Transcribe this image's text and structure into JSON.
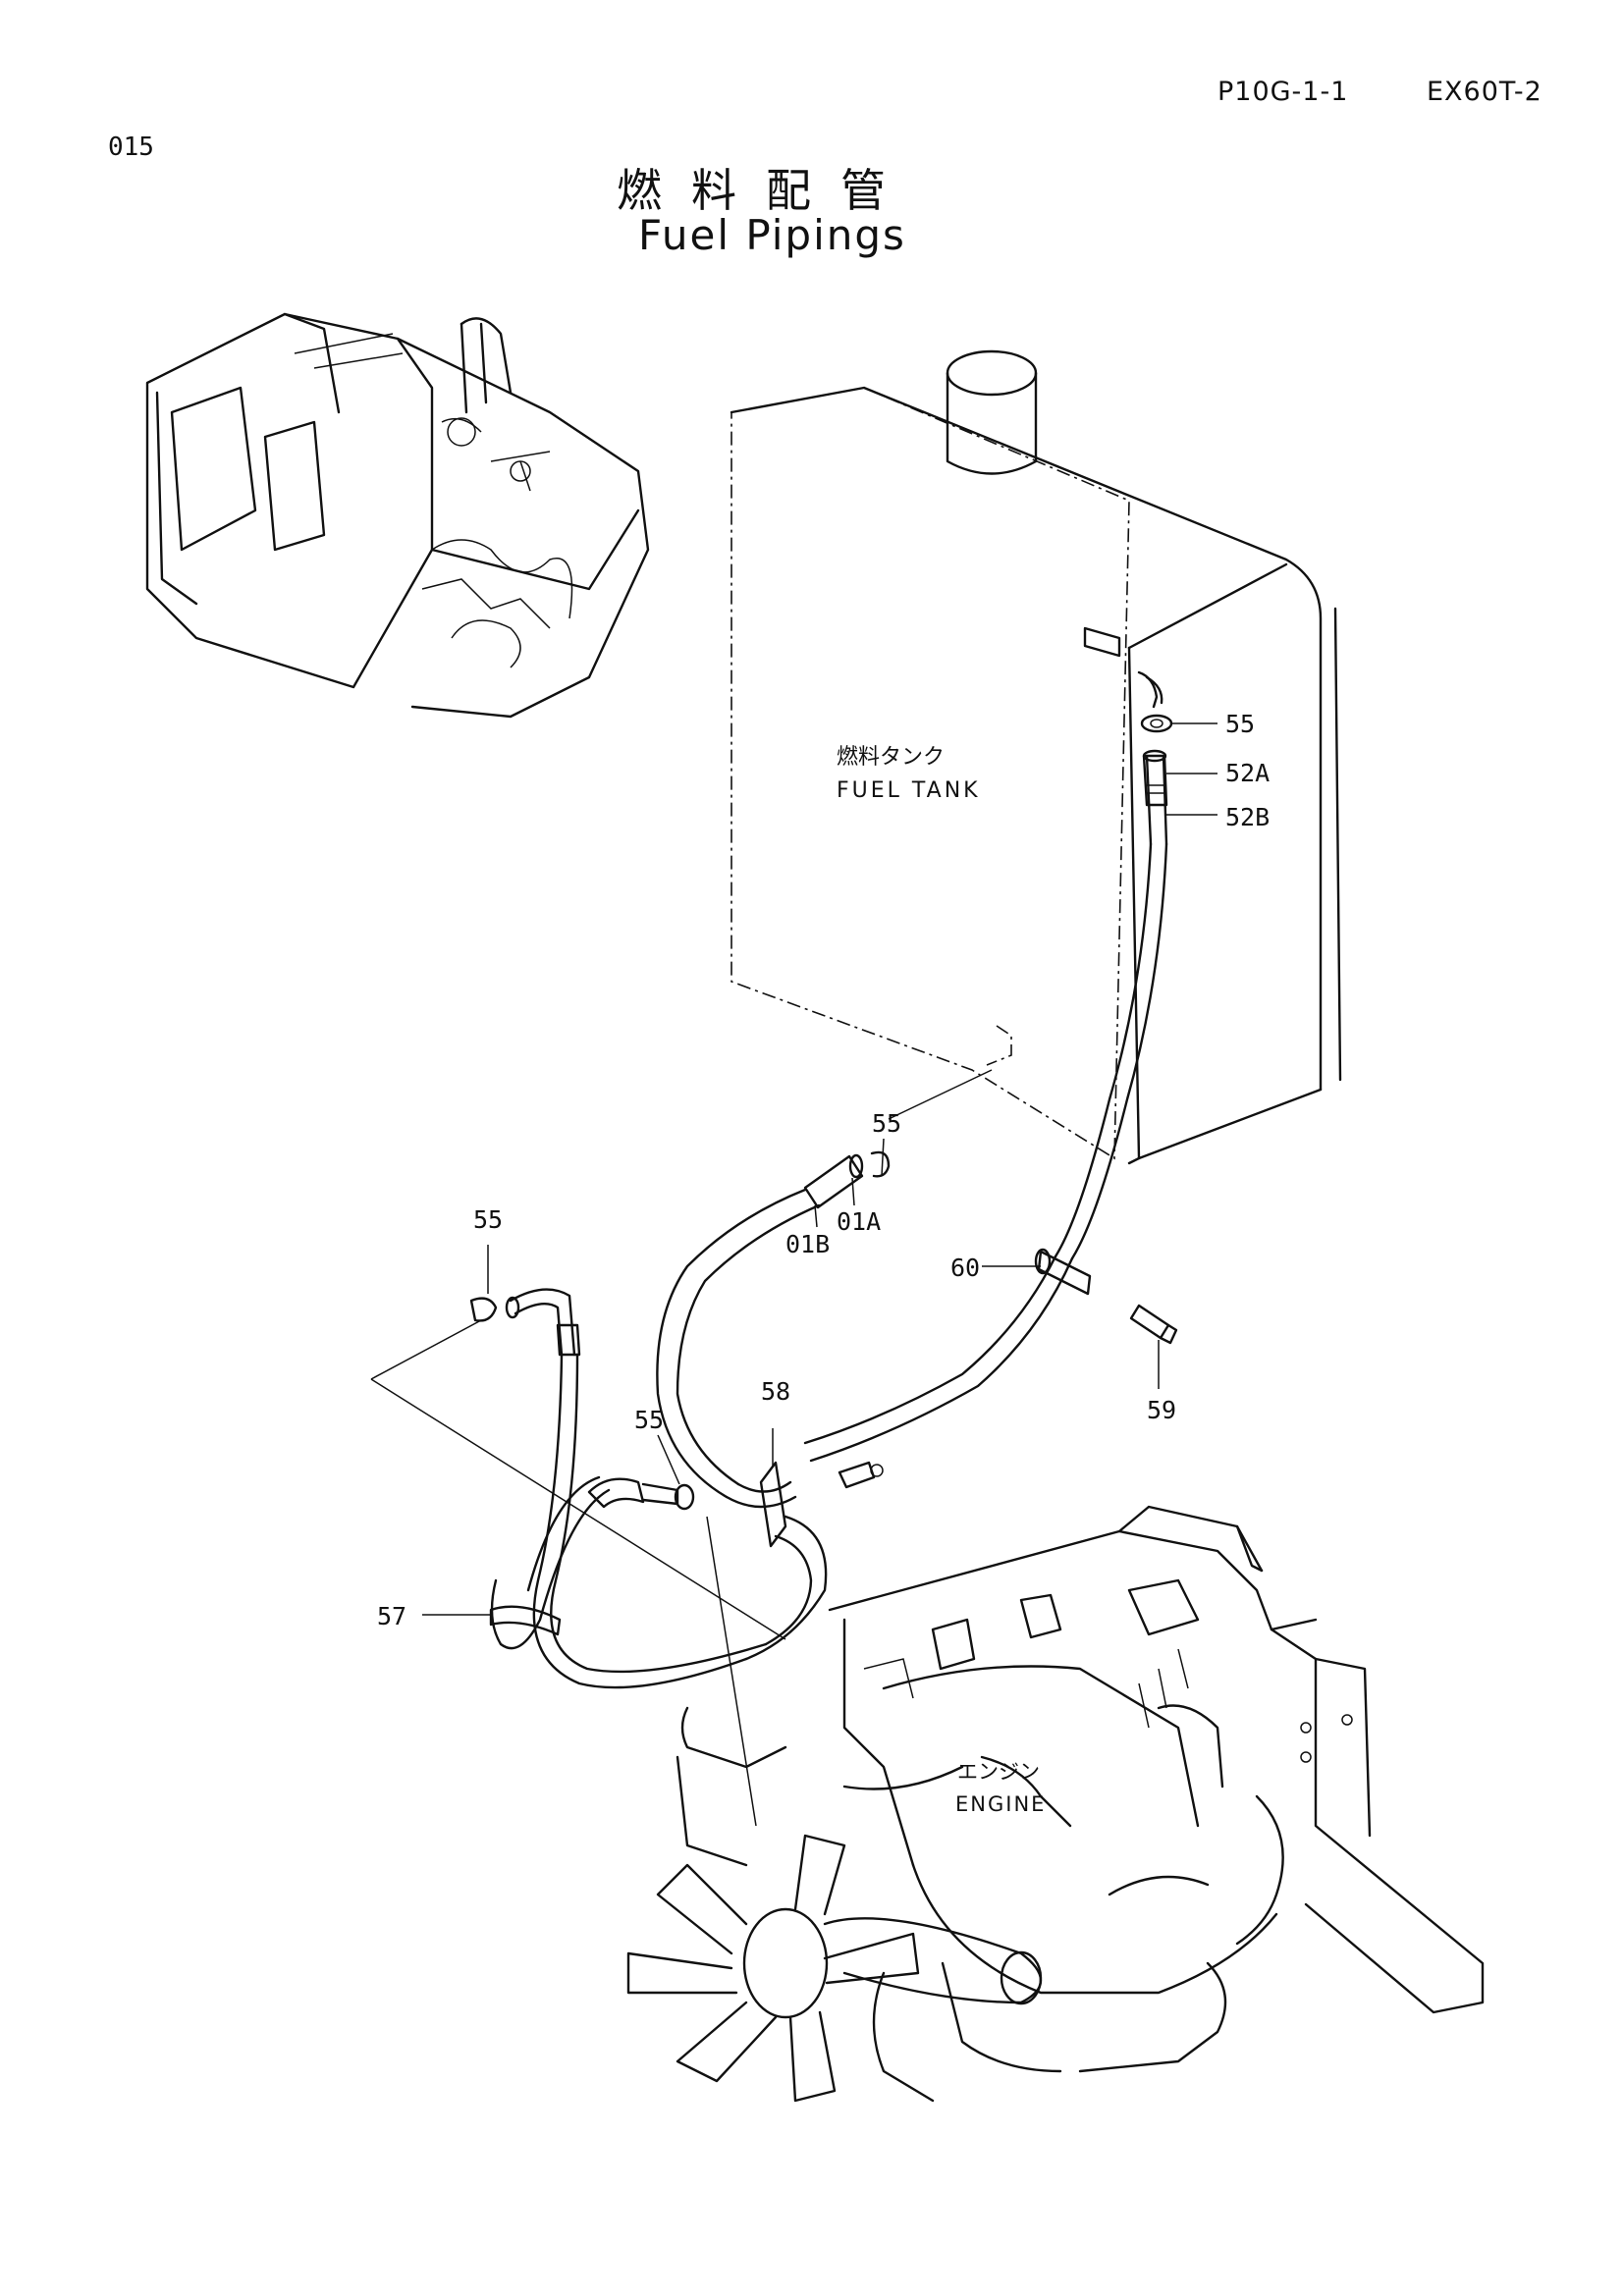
{
  "header": {
    "page_code": "P10G-1-1",
    "model": "EX60T-2",
    "page_number": "015"
  },
  "title": {
    "japanese": "燃料配管",
    "english": "Fuel Pipings"
  },
  "components": {
    "fuel_tank_jp": "燃料タンク",
    "fuel_tank_en": "FUEL TANK",
    "engine_jp": "エンジン",
    "engine_en": "ENGINE"
  },
  "callouts": {
    "c55_tank": "55",
    "c52a": "52A",
    "c52b": "52B",
    "c55_mid": "55",
    "c01a": "01A",
    "c01b": "01B",
    "c60": "60",
    "c59": "59",
    "c55_left": "55",
    "c58": "58",
    "c55_lower": "55",
    "c57": "57"
  }
}
